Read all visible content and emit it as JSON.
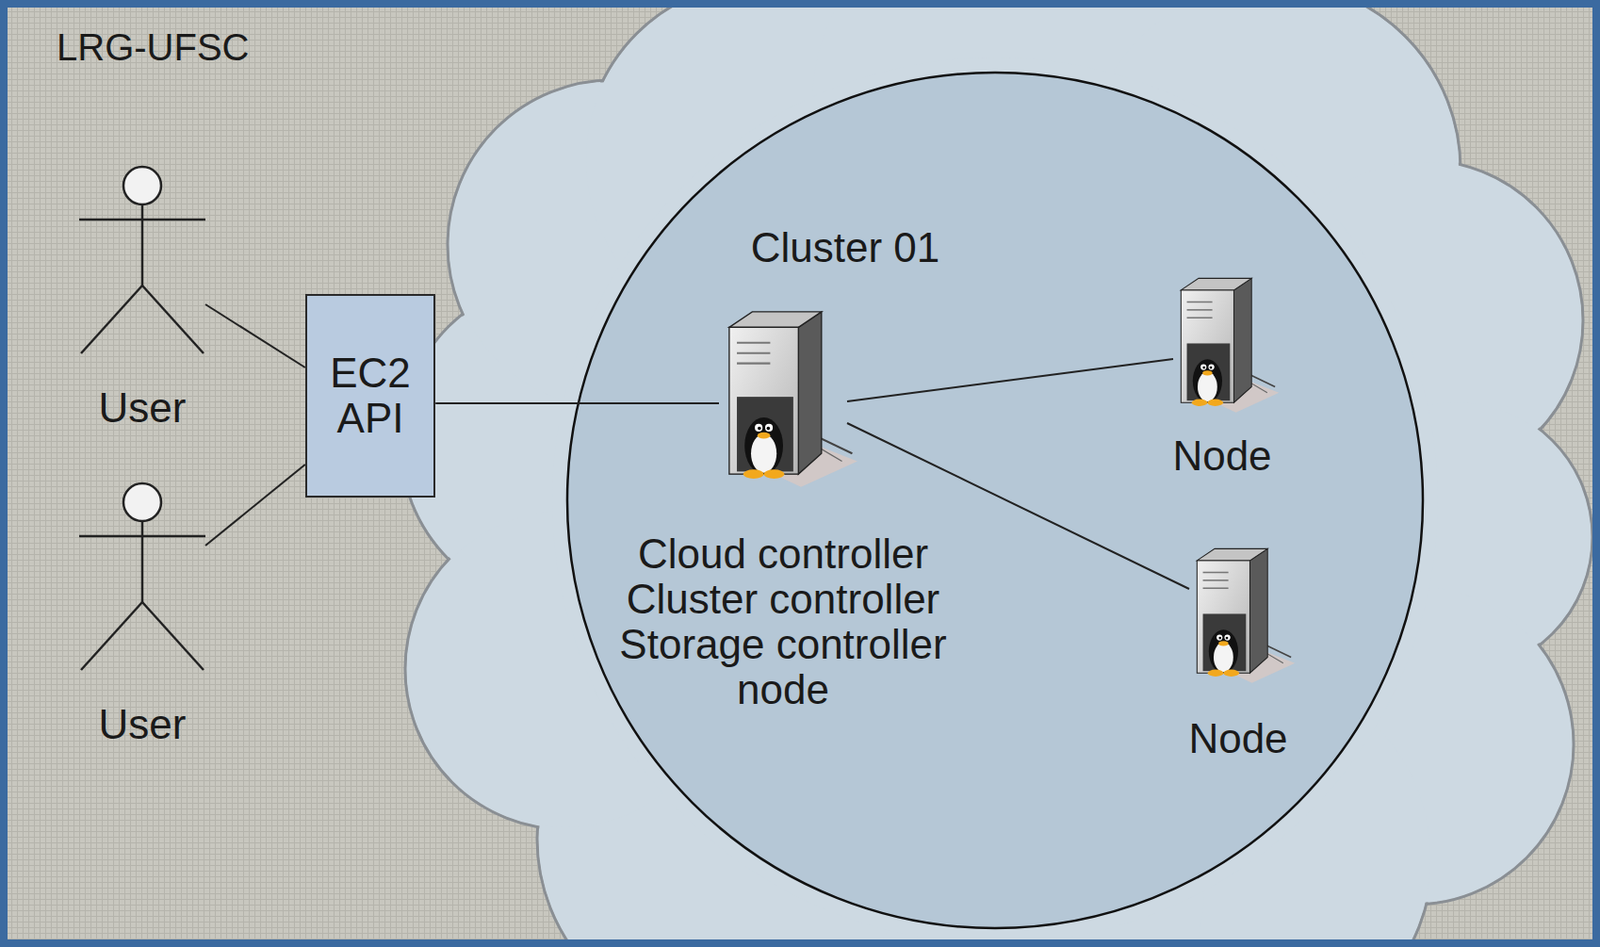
{
  "diagram": {
    "nodes": [
      {
        "text": [
          "User"
        ]
      },
      {
        "text": [
          "User"
        ]
      },
      {
        "text": [
          "EC2 API"
        ]
      },
      {
        "text": [
          "Cluster 01"
        ]
      },
      {
        "text": [
          "Cloud controller Cluster controller Storage controller node"
        ],
        "in": 3
      },
      {
        "text": [
          "Node"
        ],
        "in": 3
      },
      {
        "text": [
          "Node"
        ],
        "in": 3
      }
    ],
    "edges": [
      {
        "from": 0,
        "to": 2,
        "arrow": "none"
      },
      {
        "from": 1,
        "to": 2,
        "arrow": "none"
      },
      {
        "from": 2,
        "to": 4,
        "arrow": "none"
      },
      {
        "from": 4,
        "to": 5,
        "arrow": "none"
      },
      {
        "from": 4,
        "to": 6,
        "arrow": "none"
      }
    ],
    "labels": [
      "LRG-UFSC"
    ]
  }
}
